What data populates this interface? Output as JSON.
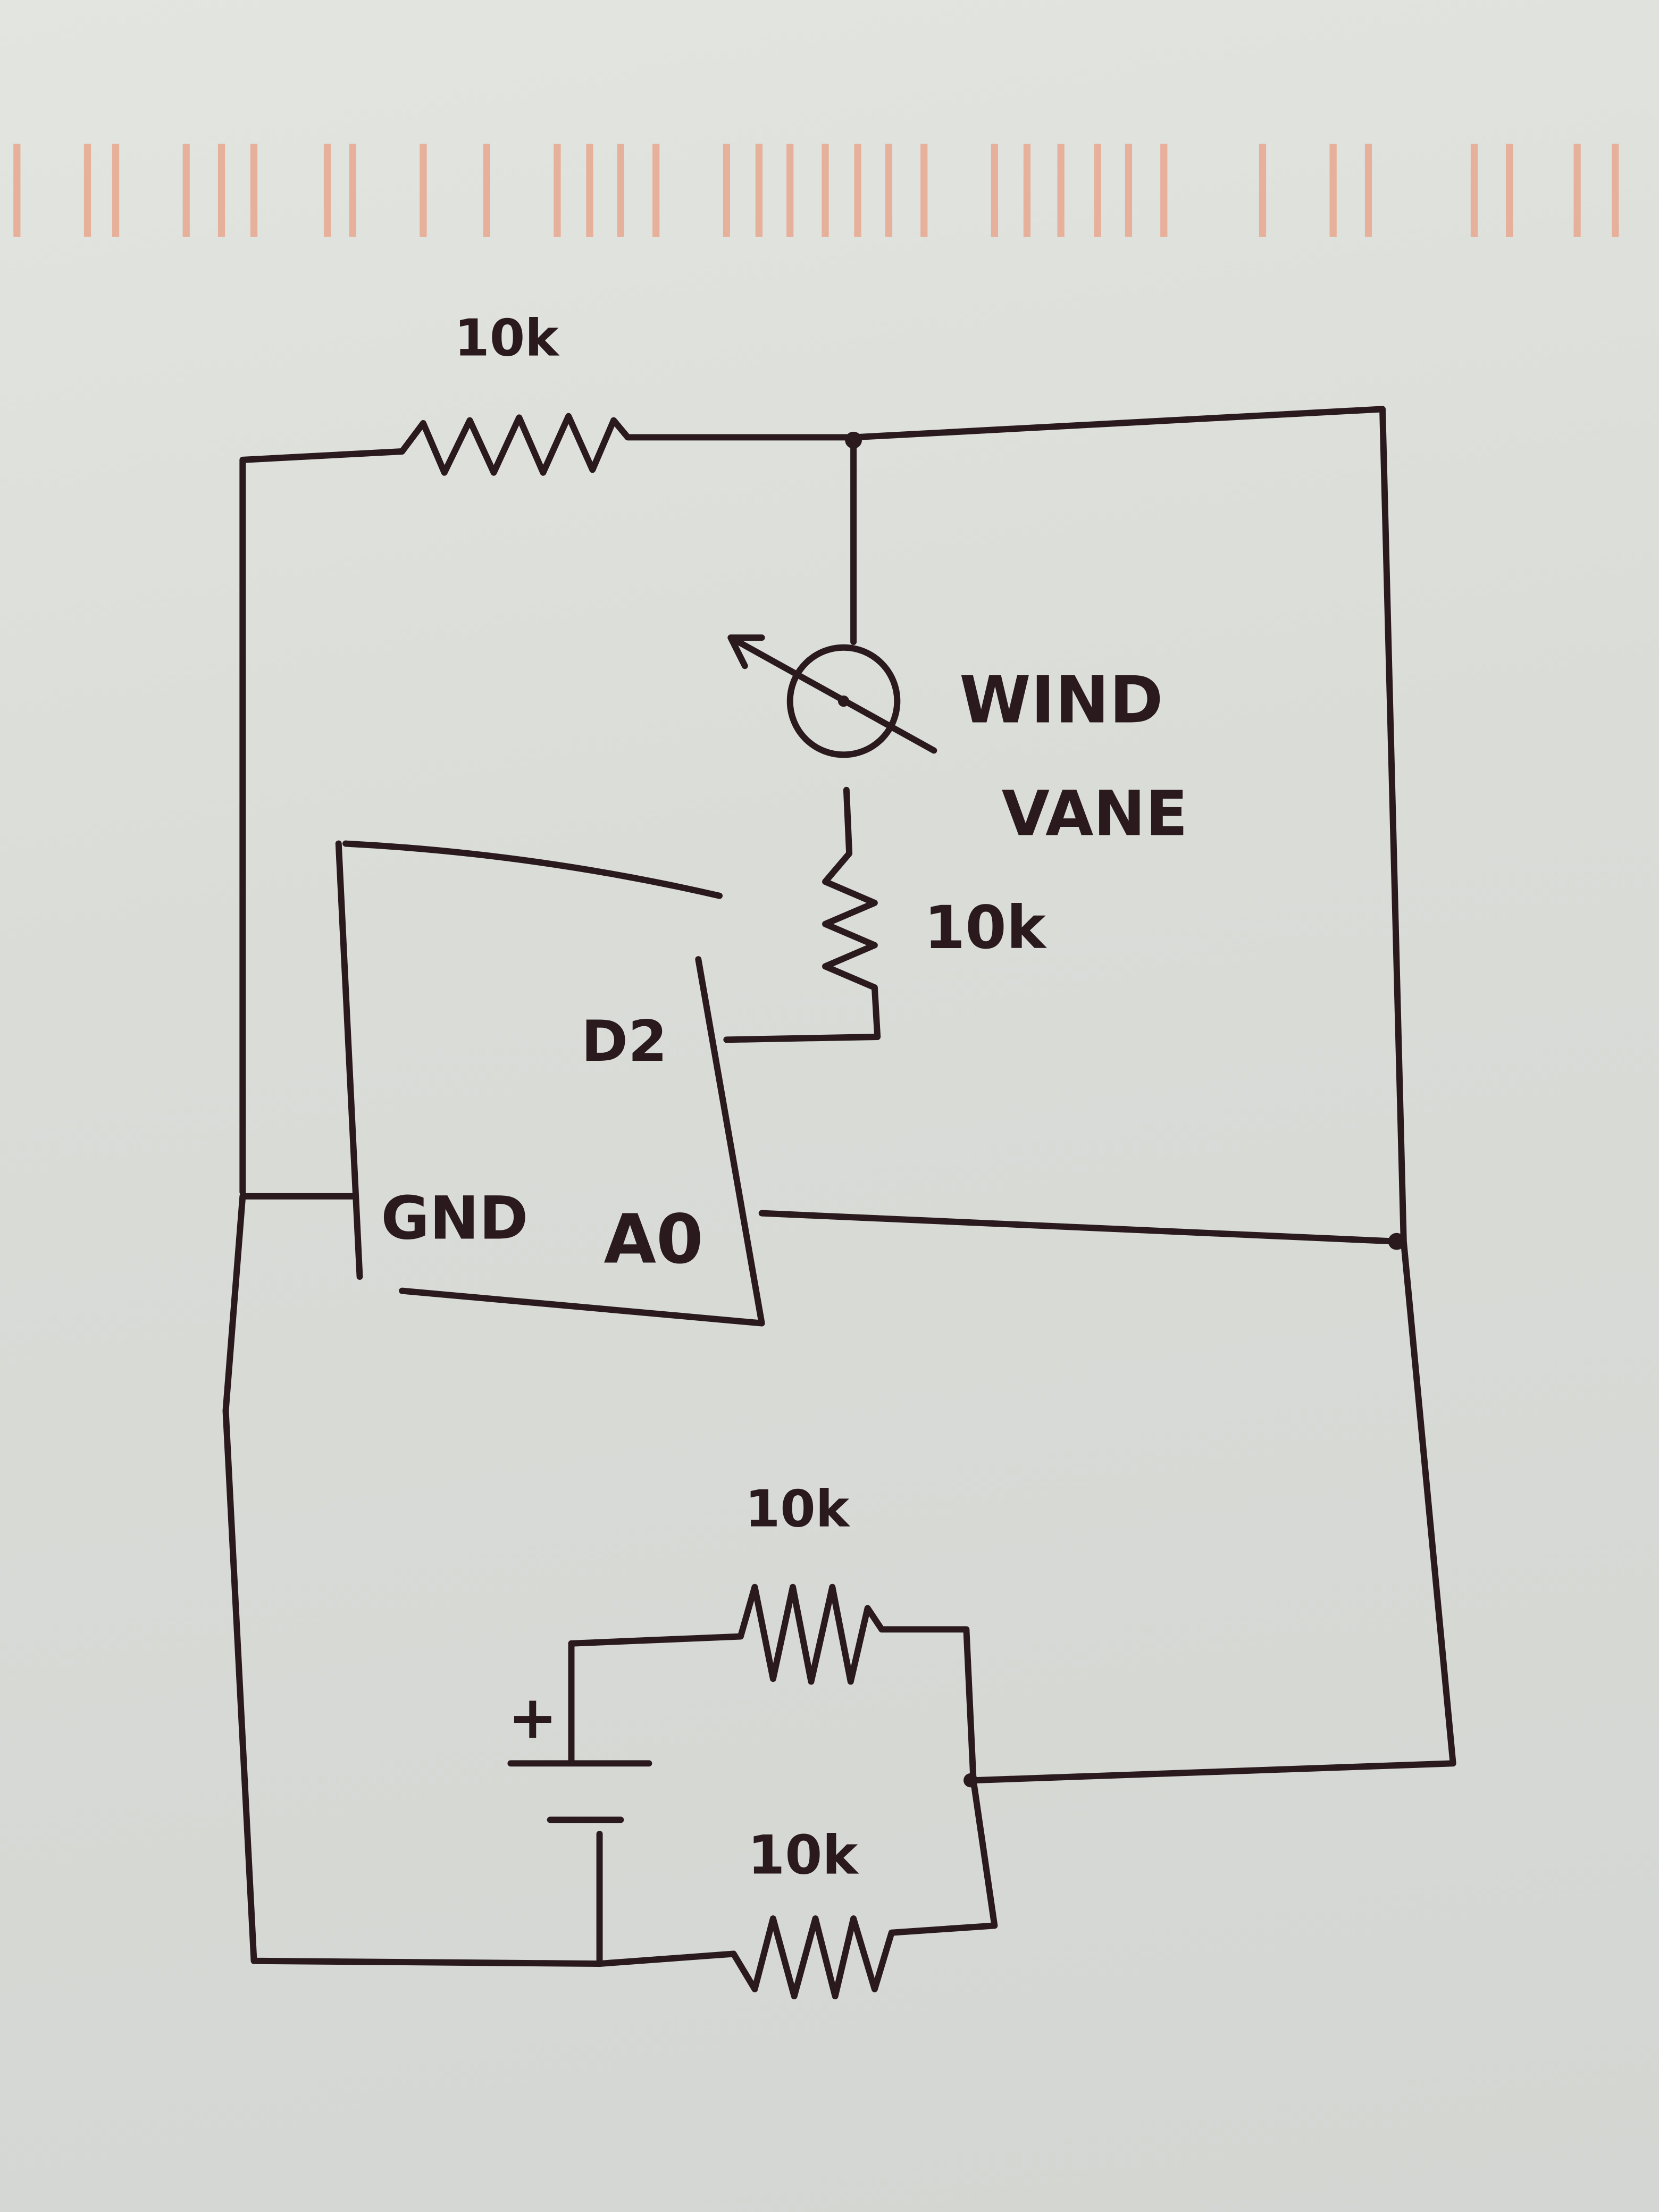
{
  "diagram": {
    "type": "hand-drawn circuit schematic",
    "labels": {
      "top_resistor": "10k",
      "wind_vane_line1": "WIND",
      "wind_vane_line2": "VANE",
      "vane_resistor": "10k",
      "pin_d2": "D2",
      "pin_gnd": "GND",
      "pin_a0": "A0",
      "upper_divider_resistor": "10k",
      "lower_divider_resistor": "10k",
      "battery_plus": "+"
    },
    "colors": {
      "ink": "#2a1a1e",
      "paper": "#dcdfdb",
      "margin_ticks": "#e9a48a"
    }
  }
}
